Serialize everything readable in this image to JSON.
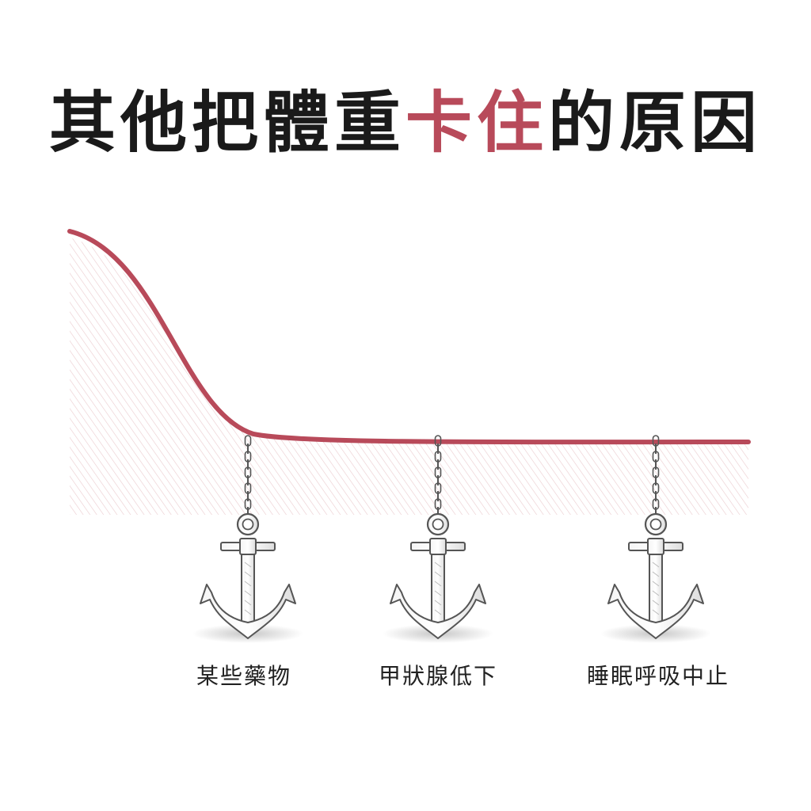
{
  "title": {
    "part1": "其他把體重",
    "highlight": "卡住",
    "part2": "的原因"
  },
  "colors": {
    "accent": "#b84a5a",
    "title_text": "#1a1a1a",
    "label_text": "#222222",
    "anchor_outline": "#555555",
    "hatch": "#e8c4c8"
  },
  "anchors": [
    {
      "label": "某些藥物",
      "icon": "anchor-icon"
    },
    {
      "label": "甲狀腺低下",
      "icon": "anchor-icon"
    },
    {
      "label": "睡眠呼吸中止",
      "icon": "anchor-icon"
    }
  ]
}
